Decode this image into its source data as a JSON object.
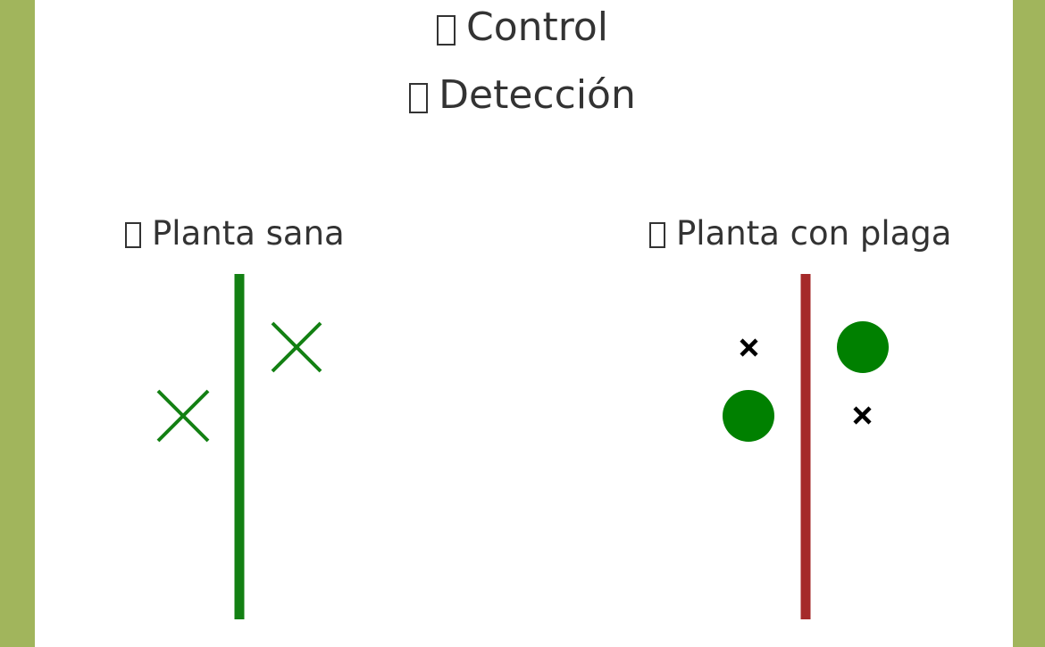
{
  "header": {
    "control_label": "Control",
    "detection_label": "Detección",
    "control_icon": "missing-glyph-box",
    "detection_icon": "missing-glyph-box"
  },
  "panels": [
    {
      "label": "Planta sana",
      "icon": "missing-glyph-box",
      "stem_color": "#138013",
      "markers": [
        {
          "type": "cross",
          "color": "#138013"
        },
        {
          "type": "cross",
          "color": "#138013"
        }
      ]
    },
    {
      "label": "Planta con plaga",
      "icon": "missing-glyph-box",
      "stem_color": "#a52a2a",
      "markers": [
        {
          "type": "small-x",
          "color": "#000000"
        },
        {
          "type": "dot",
          "color": "#008000"
        },
        {
          "type": "dot",
          "color": "#008000"
        },
        {
          "type": "small-x",
          "color": "#000000"
        }
      ]
    }
  ],
  "colors": {
    "frame": "#a1b55c",
    "background": "#ffffff",
    "text": "#333333"
  }
}
